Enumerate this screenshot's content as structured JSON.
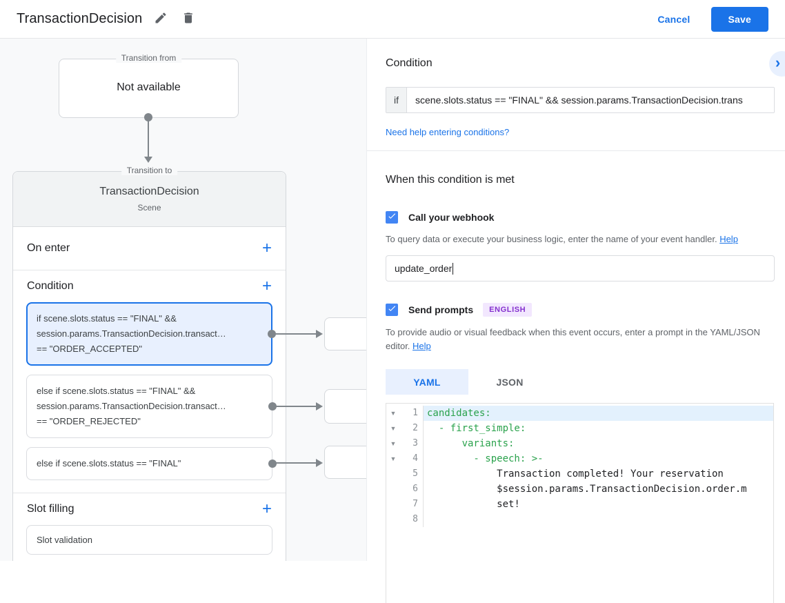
{
  "colors": {
    "accent_blue": "#1a73e8",
    "checkbox_blue": "#4285f4",
    "selected_card_bg": "#e8f0fe",
    "canvas_bg": "#f8f9fa",
    "badge_purple": "#8430ce",
    "badge_bg": "#f2e7fe",
    "code_key_green": "#2aa24c",
    "active_line_bg": "#e3f1fd",
    "connector_gray": "#80868b"
  },
  "header": {
    "title": "TransactionDecision",
    "cancel_label": "Cancel",
    "save_label": "Save"
  },
  "canvas": {
    "transition_from": {
      "label": "Transition from",
      "content": "Not available"
    },
    "transition_to": {
      "label": "Transition to",
      "scene_name": "TransactionDecision",
      "scene_type": "Scene",
      "on_enter_label": "On enter",
      "condition_label": "Condition",
      "cards": [
        {
          "line1": "if scene.slots.status == \"FINAL\" &&",
          "line2": "session.params.TransactionDecision.transact…",
          "line3": "== \"ORDER_ACCEPTED\""
        },
        {
          "line1": "else if scene.slots.status == \"FINAL\" &&",
          "line2": "session.params.TransactionDecision.transact…",
          "line3": "== \"ORDER_REJECTED\""
        },
        {
          "line1": "else if scene.slots.status == \"FINAL\""
        }
      ],
      "slot_filling_label": "Slot filling",
      "slot_card": "Slot validation"
    }
  },
  "detail": {
    "title": "Condition",
    "if_label": "if",
    "condition_value": "scene.slots.status == \"FINAL\" && session.params.TransactionDecision.trans",
    "help_conditions": "Need help entering conditions?",
    "when_met_title": "When this condition is met",
    "webhook": {
      "label": "Call your webhook",
      "description": "To query data or execute your business logic, enter the name of your event handler. ",
      "help_label": "Help",
      "input_value": "update_order"
    },
    "prompts": {
      "label": "Send prompts",
      "badge": "ENGLISH",
      "description": "To provide audio or visual feedback when this event occurs, enter a prompt in the YAML/JSON editor. ",
      "help_label": "Help"
    },
    "tabs": {
      "yaml": "YAML",
      "json": "JSON"
    },
    "editor": {
      "lines": [
        {
          "num": "1",
          "text": "candidates:"
        },
        {
          "num": "2",
          "text": "  - first_simple:"
        },
        {
          "num": "3",
          "text": "      variants:"
        },
        {
          "num": "4",
          "text": "        - speech: >-"
        },
        {
          "num": "5",
          "text": "            Transaction completed! Your reservation"
        },
        {
          "num": "6",
          "text": "            $session.params.TransactionDecision.order.m"
        },
        {
          "num": "7",
          "text": "            set!"
        },
        {
          "num": "8",
          "text": ""
        }
      ]
    }
  }
}
